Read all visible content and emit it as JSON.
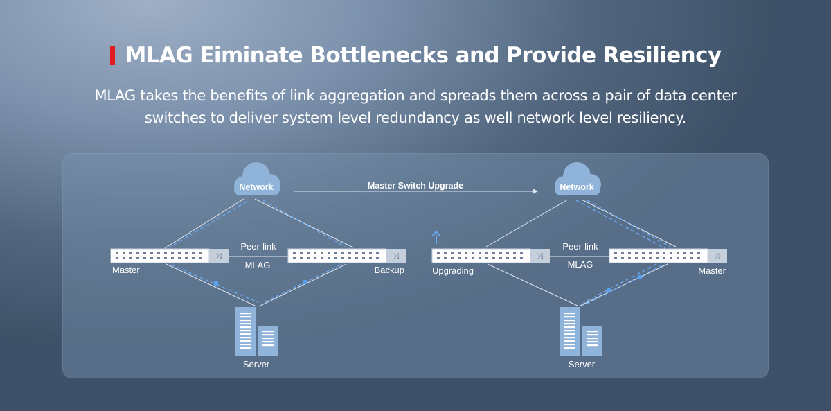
{
  "header": {
    "title": "MLAG Eiminate Bottlenecks and Provide Resiliency",
    "subtitle_line1": "MLAG takes the benefits of link aggregation and spreads them across a pair of data center",
    "subtitle_line2": "switches to deliver system level redundancy as well network level resiliency."
  },
  "colors": {
    "accent": "#e11b22",
    "link_dashed": "#6aa8f0",
    "panel": "#5f7a97"
  },
  "diagram": {
    "transition_label": "Master Switch Upgrade",
    "left": {
      "cloud_label": "Network",
      "switch_a_label": "Master",
      "switch_b_label": "Backup",
      "peer_link_label": "Peer-link",
      "mlag_label": "MLAG",
      "server_label": "Server"
    },
    "right": {
      "cloud_label": "Network",
      "switch_a_label": "Upgrading",
      "switch_b_label": "Master",
      "peer_link_label": "Peer-link",
      "mlag_label": "MLAG",
      "server_label": "Server",
      "upgrade_icon": "arrow-up-icon"
    }
  }
}
